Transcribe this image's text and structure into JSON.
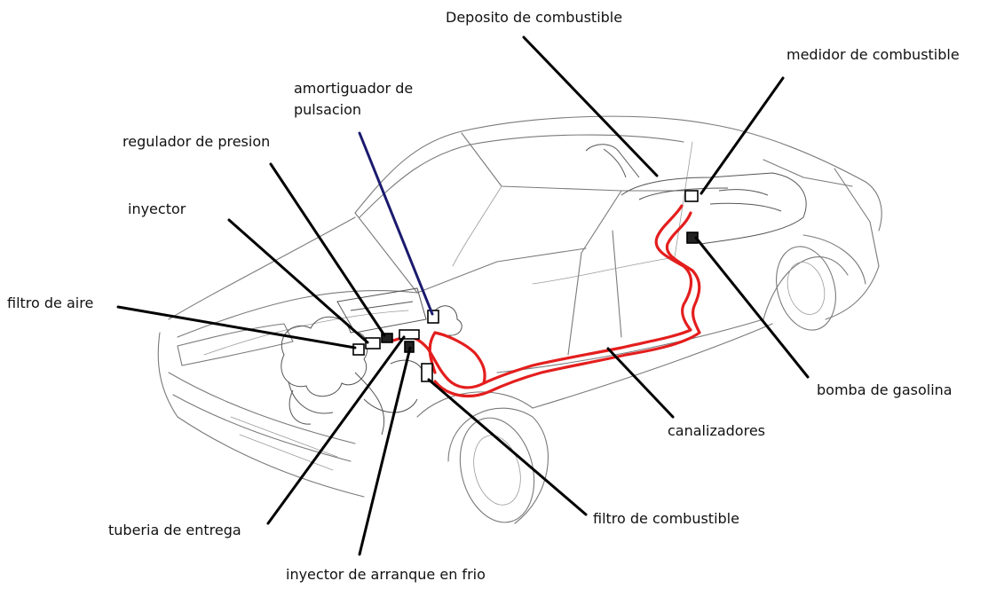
{
  "colors": {
    "fuel_line": "#e41e1e",
    "leader": "#000000",
    "car_outline": "#7a7a7a"
  },
  "labels": {
    "deposito": "Deposito de combustible",
    "medidor": "medidor de combustible",
    "amortiguador": "amortiguador de pulsacion",
    "regulador": "regulador de presion",
    "inyector": "inyector",
    "filtro_aire": "filtro de aire",
    "bomba": "bomba de gasolina",
    "canalizadores": "canalizadores",
    "filtro_combustible": "filtro de combustible",
    "tuberia": "tuberia de entrega",
    "inyector_frio": "inyector de arranque en frio"
  }
}
